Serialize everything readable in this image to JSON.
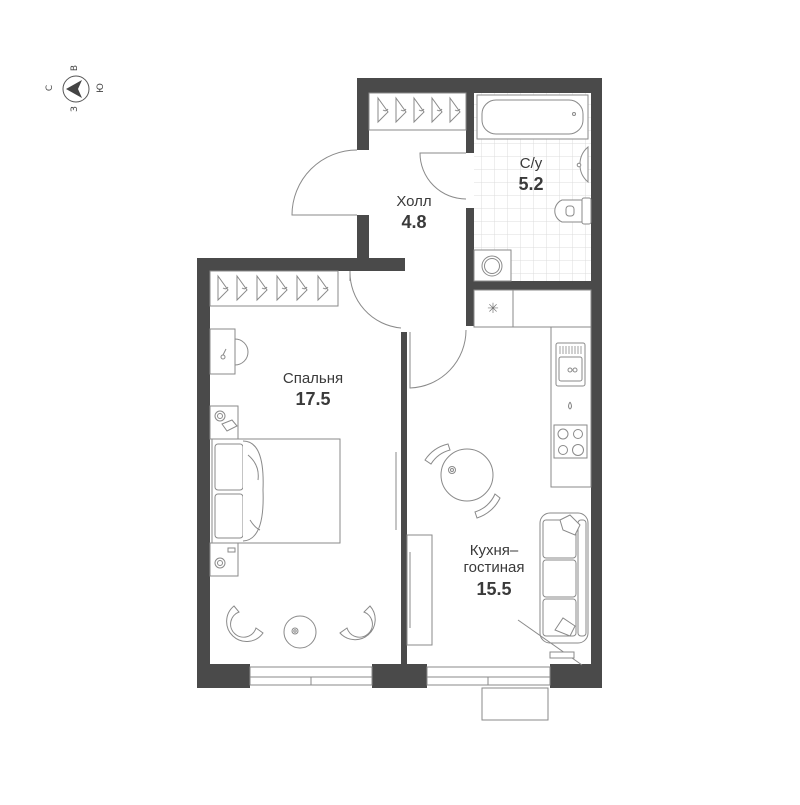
{
  "plan": {
    "colors": {
      "wall": "#4a4a4a",
      "line": "#8a8a8a",
      "tile": "#dedede",
      "text": "#3a3a3a",
      "background": "#ffffff"
    },
    "compass": {
      "icon": "compass-arrow-icon",
      "north": "С",
      "east": "В",
      "south": "Ю",
      "west": "З"
    },
    "rooms": [
      {
        "id": "hall",
        "name": "Холл",
        "area": "4.8"
      },
      {
        "id": "bathroom",
        "name": "С/у",
        "area": "5.2"
      },
      {
        "id": "bedroom",
        "name": "Спальня",
        "area": "17.5"
      },
      {
        "id": "kitchen_living",
        "name": "Кухня–\nгостиная",
        "name_line1": "Кухня–",
        "name_line2": "гостиная",
        "area": "15.5"
      }
    ]
  }
}
